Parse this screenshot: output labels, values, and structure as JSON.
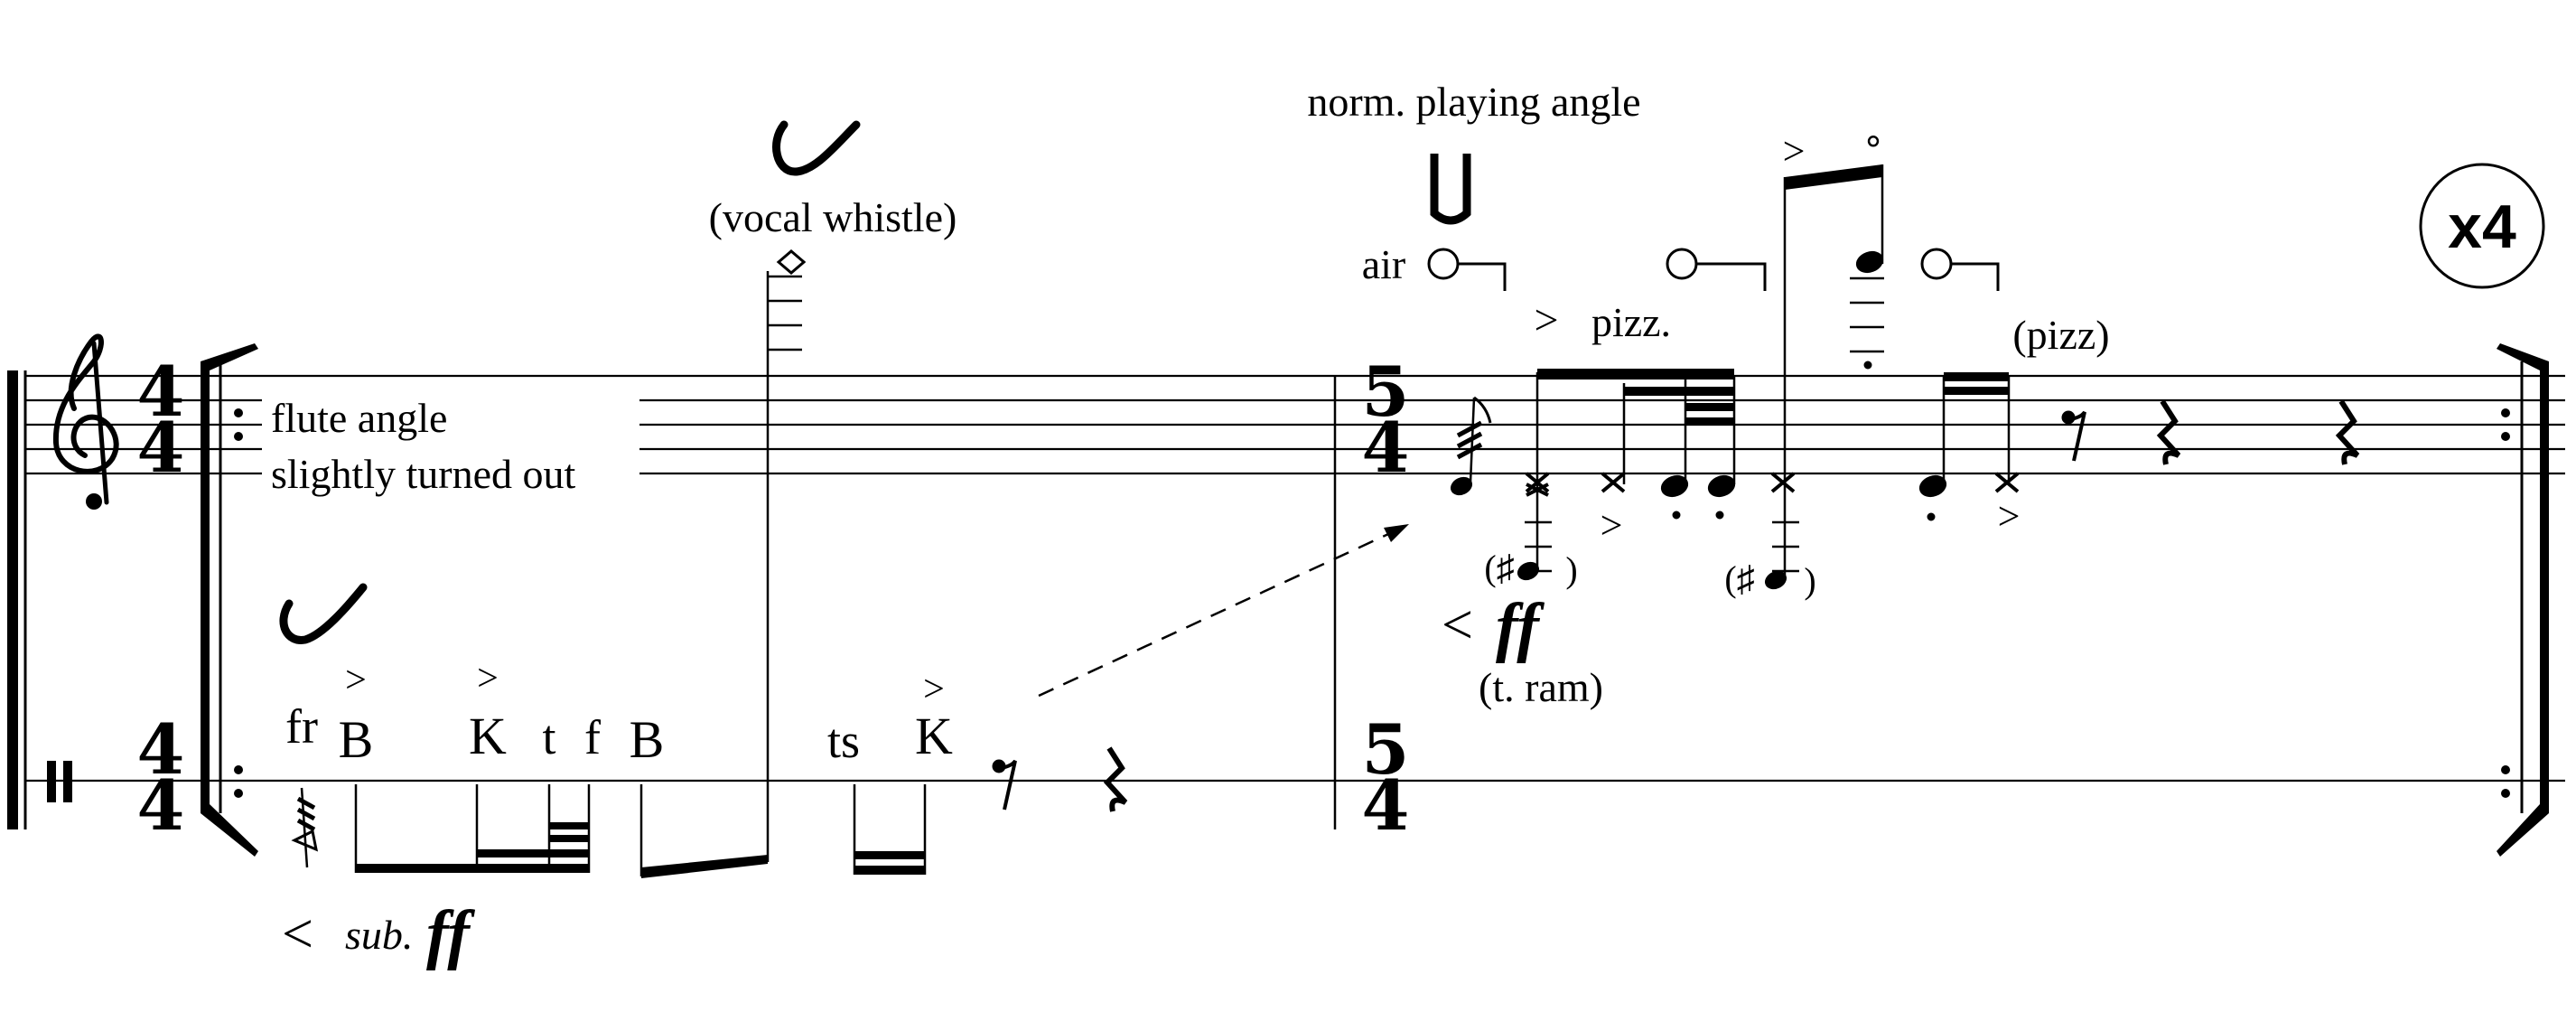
{
  "repeat_marker": "x4",
  "time_signatures": {
    "m1": {
      "top": "4",
      "bottom": "4"
    },
    "m2": {
      "top": "5",
      "bottom": "4"
    }
  },
  "clef": "treble",
  "staff_text": {
    "line1": "flute angle",
    "line2": "slightly turned out",
    "vocal_whistle": "(vocal whistle)",
    "norm_angle": "norm. playing  angle",
    "air": "air",
    "pizz": "pizz.",
    "pizz_paren": "(pizz)",
    "sharp_paren_1": "(♯",
    "sharp_paren_close_1": ")",
    "sharp_paren_2": "(♯",
    "sharp_paren_close_2": ")",
    "accent": ">",
    "harmonic": "°"
  },
  "dynamics": {
    "sub_prefix": "<",
    "sub_text": "sub.",
    "sub_dyn": "ff",
    "ram_prefix": "<",
    "ram_dyn": "ff",
    "ram_label": "(t. ram)"
  },
  "syllables": [
    "fr",
    "B",
    "K",
    "t",
    "f",
    "B",
    "ts",
    "K"
  ],
  "syllable_accents": [
    ">",
    ">",
    ">"
  ]
}
